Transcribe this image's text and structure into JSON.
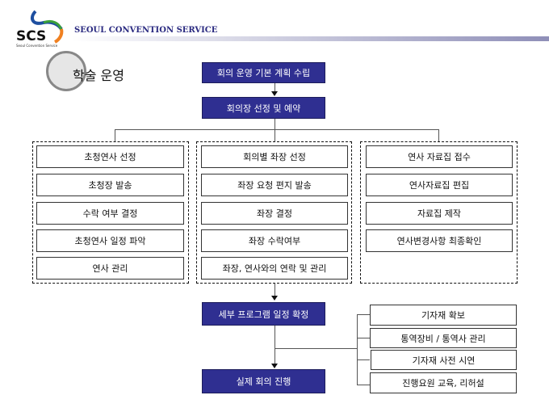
{
  "header": {
    "logo_text": "SCS",
    "logo_sub": "Seoul Convention Service",
    "company": "SEOUL CONVENTION SERVICE"
  },
  "title": "학술 운영",
  "flow": {
    "step1": "회의 운영 기본 계획 수립",
    "step2": "회의장 선정 및 예약",
    "step3": "세부 프로그램 일정 확정",
    "step4": "실제 회의 진행"
  },
  "columns": [
    [
      "초청연사 선정",
      "초청장 발송",
      "수락 여부 결정",
      "초청연사 일정 파악",
      "연사 관리"
    ],
    [
      "회의별 좌장 선정",
      "좌장 요청 편지 발송",
      "좌장 결정",
      "좌장 수락여부",
      "좌장, 연사와의 연락 및 관리"
    ],
    [
      "연사 자료집 접수",
      "연사자료집 편집",
      "자료집 제작",
      "연사변경사항 최종확인"
    ]
  ],
  "side": [
    "기자재 확보",
    "통역장비 / 통역사 관리",
    "기자재 사전 시연",
    "진행요원 교육, 리허설"
  ]
}
